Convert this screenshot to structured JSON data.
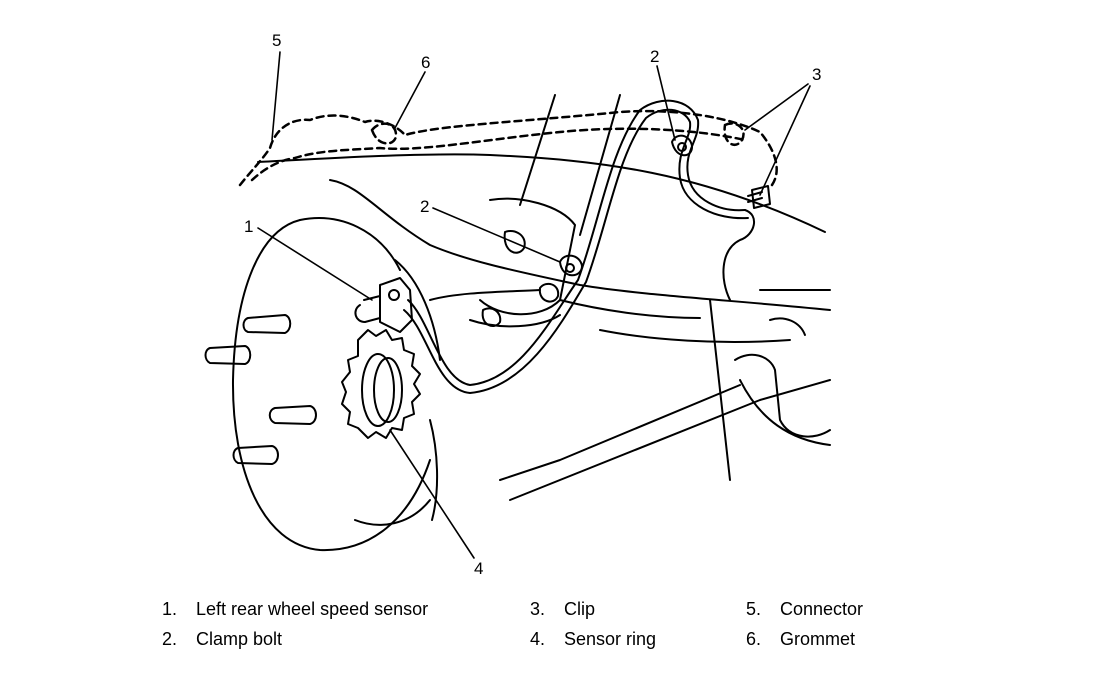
{
  "callouts": [
    {
      "id": "c1",
      "text": "1"
    },
    {
      "id": "c2a",
      "text": "2"
    },
    {
      "id": "c2b",
      "text": "2"
    },
    {
      "id": "c3",
      "text": "3"
    },
    {
      "id": "c4",
      "text": "4"
    },
    {
      "id": "c5",
      "text": "5"
    },
    {
      "id": "c6",
      "text": "6"
    }
  ],
  "legend": [
    [
      {
        "num": "1.",
        "label": "Left rear wheel speed sensor"
      },
      {
        "num": "2.",
        "label": "Clamp bolt"
      }
    ],
    [
      {
        "num": "3.",
        "label": "Clip"
      },
      {
        "num": "4.",
        "label": "Sensor ring"
      }
    ],
    [
      {
        "num": "5.",
        "label": "Connector"
      },
      {
        "num": "6.",
        "label": "Grommet"
      }
    ]
  ]
}
